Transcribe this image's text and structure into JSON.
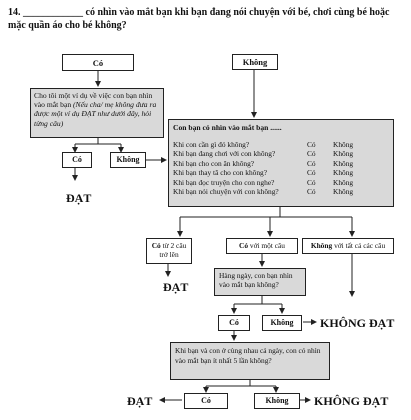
{
  "question": {
    "number": "14.",
    "blank": "____________",
    "text": "có nhìn vào mắt bạn khi bạn đang nói chuyện với bé, chơi cùng bé hoặc mặc quần áo cho bé không?"
  },
  "top_boxes": {
    "yes": "Có",
    "no": "Không"
  },
  "example_box": {
    "text_plain": "Cho tôi một ví dụ về việc con bạn nhìn vào mắt bạn",
    "text_italic": "(Nếu cha/ mẹ không đưa ra được một ví dụ ĐẠT như dưới đây, hỏi từng câu)"
  },
  "left_answers": {
    "yes": "Có",
    "no": "Không"
  },
  "result_pass_left": "ĐẠT",
  "checklist": {
    "title": "Con bạn có nhìn vào mắt bạn ......",
    "rows": [
      {
        "q": "Khi con cần gì đó không?",
        "yes": "Có",
        "no": "Không"
      },
      {
        "q": "Khi bạn đang chơi với con không?",
        "yes": "Có",
        "no": "Không"
      },
      {
        "q": "Khi bạn cho con ăn không?",
        "yes": "Có",
        "no": "Không"
      },
      {
        "q": "Khi bạn thay tã cho con không?",
        "yes": "Có",
        "no": "Không"
      },
      {
        "q": "Khi bạn đọc truyện cho con nghe?",
        "yes": "Có",
        "no": "Không"
      },
      {
        "q": "Khi bạn nói chuyện với con không?",
        "yes": "Có",
        "no": "Không"
      }
    ]
  },
  "outcome_boxes": {
    "two_plus_bold": "Có",
    "two_plus_rest": "từ 2 câu trở lên",
    "one_bold": "Có",
    "one_rest": "với một câu",
    "none_bold": "Không",
    "none_rest": "với tất cả các câu"
  },
  "result_pass_mid": "ĐẠT",
  "daily_box": {
    "text": "Hàng ngày, con bạn nhìn vào mắt bạn không?"
  },
  "daily_answers": {
    "yes": "Có",
    "no": "Không"
  },
  "result_fail_mid": "KHÔNG ĐẠT",
  "bottom_box": {
    "text": "Khi bạn và con ở cùng nhau cả ngày, con có nhìn vào mắt bạn ít nhất 5 lần không?"
  },
  "bottom_answers": {
    "yes": "Có",
    "no": "Không"
  },
  "result_pass_bottom": "ĐẠT",
  "result_fail_bottom": "KHÔNG ĐẠT"
}
